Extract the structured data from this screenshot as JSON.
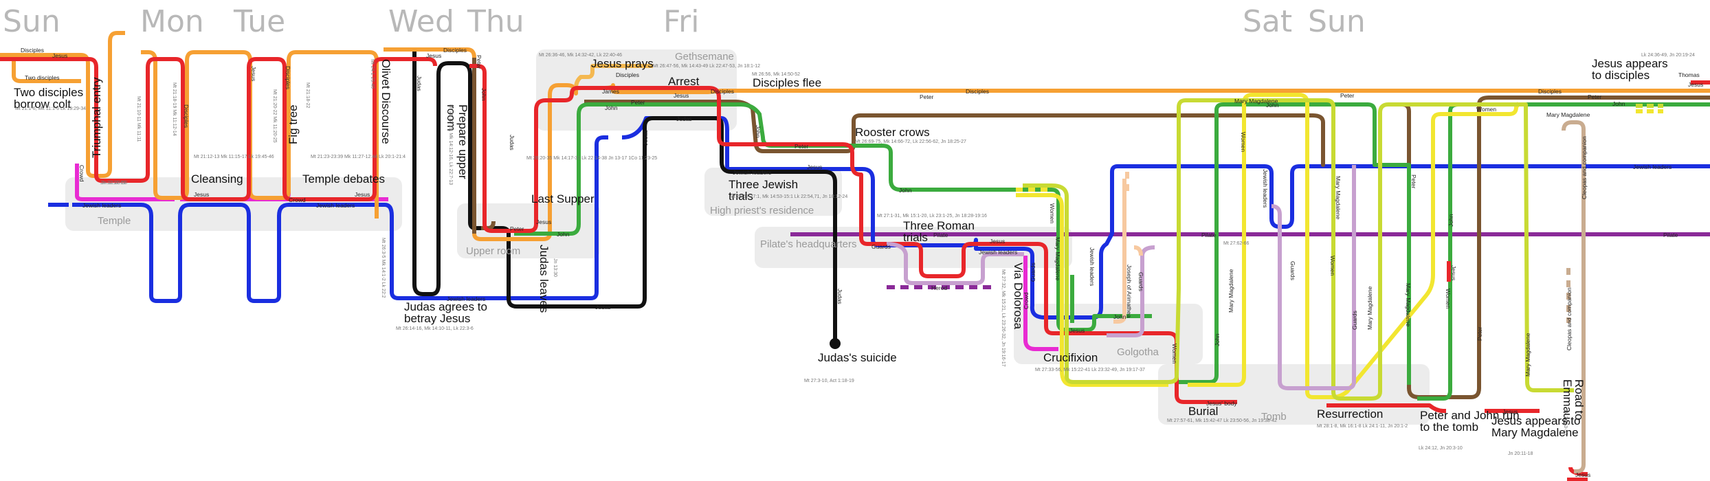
{
  "days": [
    "Sun",
    "Mon",
    "Tue",
    "Wed",
    "Thu",
    "Fri",
    "Sat",
    "Sun"
  ],
  "colors": {
    "jesus": "#e8262a",
    "disciples": "#f6a033",
    "jewish_leaders": "#1a2ee0",
    "judas": "#111111",
    "peter": "#7a5530",
    "john": "#3bab3e",
    "crowd": "#e82bd2",
    "women": "#f2e630",
    "mary": "#c8da33",
    "pilate": "#8a2a98",
    "guards": "#c7a0cf",
    "joseph": "#f7c9a0",
    "james": "#f4b850",
    "cleopas": "#c9ac90",
    "place_bg": "#ececec"
  },
  "places": [
    {
      "name": "Temple"
    },
    {
      "name": "Upper room"
    },
    {
      "name": "Gethsemane"
    },
    {
      "name": "High priest's residence"
    },
    {
      "name": "Pilate's headquarters"
    },
    {
      "name": "Golgotha"
    },
    {
      "name": "Tomb"
    }
  ],
  "events": [
    {
      "title": "Two disciples borrow colt",
      "ref": "Mt 21:1-6, Mk 11:1-6 Lk 19:29-34"
    },
    {
      "title": "Triumphal entry",
      "ref": "Jn 12:12-19"
    },
    {
      "title": "Cleansing",
      "ref": "Mt 21:12-13 Mk 11:15-17 Lk 19:45-46"
    },
    {
      "title": "Fig tree",
      "ref": "Mt 21:18-22"
    },
    {
      "title": "Temple debates",
      "ref": "Mt 21:23-23:39 Mk 11:27-12:44 Lk 20:1-21:4"
    },
    {
      "title": "Olivet Discourse",
      "ref": "Mt 24:1-25:46"
    },
    {
      "title": "Judas agrees to betray Jesus",
      "ref": "Mt 26:14-16, Mk 14:10-11, Lk 22:3-6"
    },
    {
      "title": "Prepare upper room",
      "ref": "Mt 26:17-19, Mk 14:12-16, Lk 22:7-13"
    },
    {
      "title": "Last Supper",
      "ref": "Mt 26:20-35 Mk 14:17-31 Lk 22:14-38 Jn 13-17 1Co 11:23-25"
    },
    {
      "title": "Judas leaves",
      "ref": "Jn 13:30"
    },
    {
      "title": "Jesus prays",
      "ref": "Mt 26:36-46, Mk 14:32-42, Lk 22:40-46"
    },
    {
      "title": "Arrest",
      "ref": "Mt 26:47-56, Mk 14:43-49 Lk 22:47-53, Jn 18:1-12"
    },
    {
      "title": "Disciples flee",
      "ref": "Mt 26:56, Mk 14:50-52"
    },
    {
      "title": "Rooster crows",
      "ref": "Mt 26:69-75, Mk 14:66-72, Lk 22:56-62, Jn 18:25-27"
    },
    {
      "title": "Three Jewish trials",
      "ref": "Mt 26:57-27:1, Mk 14:53-15:1 Lk 22:54,71, Jn 18:12-24"
    },
    {
      "title": "Three Roman trials",
      "ref": "Mt 27:1-31, Mk 15:1-20, Lk 23:1-25, Jn 18:28-19:16"
    },
    {
      "title": "Judas's suicide",
      "ref": "Mt 27:3-10, Act 1:18-19"
    },
    {
      "title": "Via Dolorosa",
      "ref": "Mt 27:32, Mk 15:21, Lk 23:26-32, Jn 19:16-17"
    },
    {
      "title": "Crucifixion",
      "ref": "Mt 27:33-56, Mk 15:22-41 Lk 23:32-49, Jn 19:17-37"
    },
    {
      "title": "Burial",
      "ref": "Mt 27:57-61, Mk 15:42-47 Lk 23:50-56, Jn 19:38-42"
    },
    {
      "title": "Resurrection",
      "ref": "Mt 28:1-8, Mk 16:1-8 Lk 24:1-11, Jn 20:1-2"
    },
    {
      "title": "Peter and John run to the tomb",
      "ref": "Lk 24:12, Jn 20:3-10"
    },
    {
      "title": "Jesus appears to Mary Magdalene",
      "ref": "Jn 20:11-18"
    },
    {
      "title": "Road to Emmaus",
      "ref": "Lk 24:13-35"
    },
    {
      "title": "Jesus appears to disciples",
      "ref": "Lk 24:36-49, Jn 20:19-24"
    }
  ],
  "line_labels": {
    "jesus": "Jesus",
    "disciples": "Disciples",
    "two_disciples": "Two disciples",
    "jewish_leaders": "Jewish leaders",
    "crowd": "Crowd",
    "judas": "Judas",
    "peter": "Peter",
    "john": "John",
    "james": "James",
    "pilate": "Pilate",
    "guards": "Guards",
    "herod": "Herod",
    "women": "Women",
    "mary": "Mary Magdalene",
    "joseph": "Joseph of Arimathea",
    "jesus_body": "Jesus' body",
    "cleopas": "Cleopas and companion",
    "thomas": "Thomas"
  },
  "extra_refs": {
    "mon_a": "Mt 21:10-11 Mk 11:11",
    "mon_b": "Mt 21:18-19 Mk 11:12-14",
    "tue_a": "Mt 21:20-22 Mk 11:20-25",
    "wed_a": "Mt 26:3-5 Mk 14:1-2 Lk 22:2",
    "sat_a": "Mt 27:62-66",
    "jn_1230": "Jn 12:20-50"
  }
}
